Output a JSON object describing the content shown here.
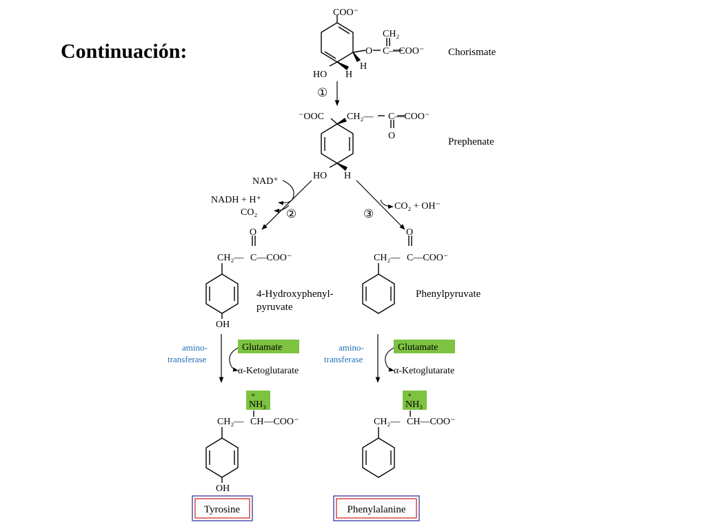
{
  "title": "Continuación:",
  "compounds": {
    "chorismate": "Chorismate",
    "prephenate": "Prephenate",
    "hydroxyphenylpyruvate_1": "4-Hydroxyphenyl-",
    "hydroxyphenylpyruvate_2": "pyruvate",
    "phenylpyruvate": "Phenylpyruvate",
    "tyrosine": "Tyrosine",
    "phenylalanine": "Phenylalanine"
  },
  "steps": {
    "s1": "①",
    "s2": "②",
    "s3": "③"
  },
  "cofactors": {
    "nad": "NAD⁺",
    "nadh": "NADH + H⁺",
    "co2_left": "CO₂",
    "co2_oh": "CO₂ + OH⁻",
    "glutamate": "Glutamate",
    "ketoglutarate": "α-Ketoglutarate",
    "aminotransferase_1": "amino-",
    "aminotransferase_2": "transferase"
  },
  "groups": {
    "coo": "COO⁻",
    "ch2": "CH₂",
    "ch2_bond": "CH₂—",
    "c_bond": "C—COO⁻",
    "ch_bond": "CH—COO⁻",
    "ooc": "⁻OOC",
    "o": "O",
    "o_link": "O",
    "ho": "HO",
    "h": "H",
    "oh": "OH",
    "nh3": "NH₃",
    "plus": "+"
  },
  "colors": {
    "enzyme": "#1d6eb5",
    "highlight": "#7ec242",
    "box_outer": "#5a5ab8",
    "box_inner": "#d23a3a"
  }
}
